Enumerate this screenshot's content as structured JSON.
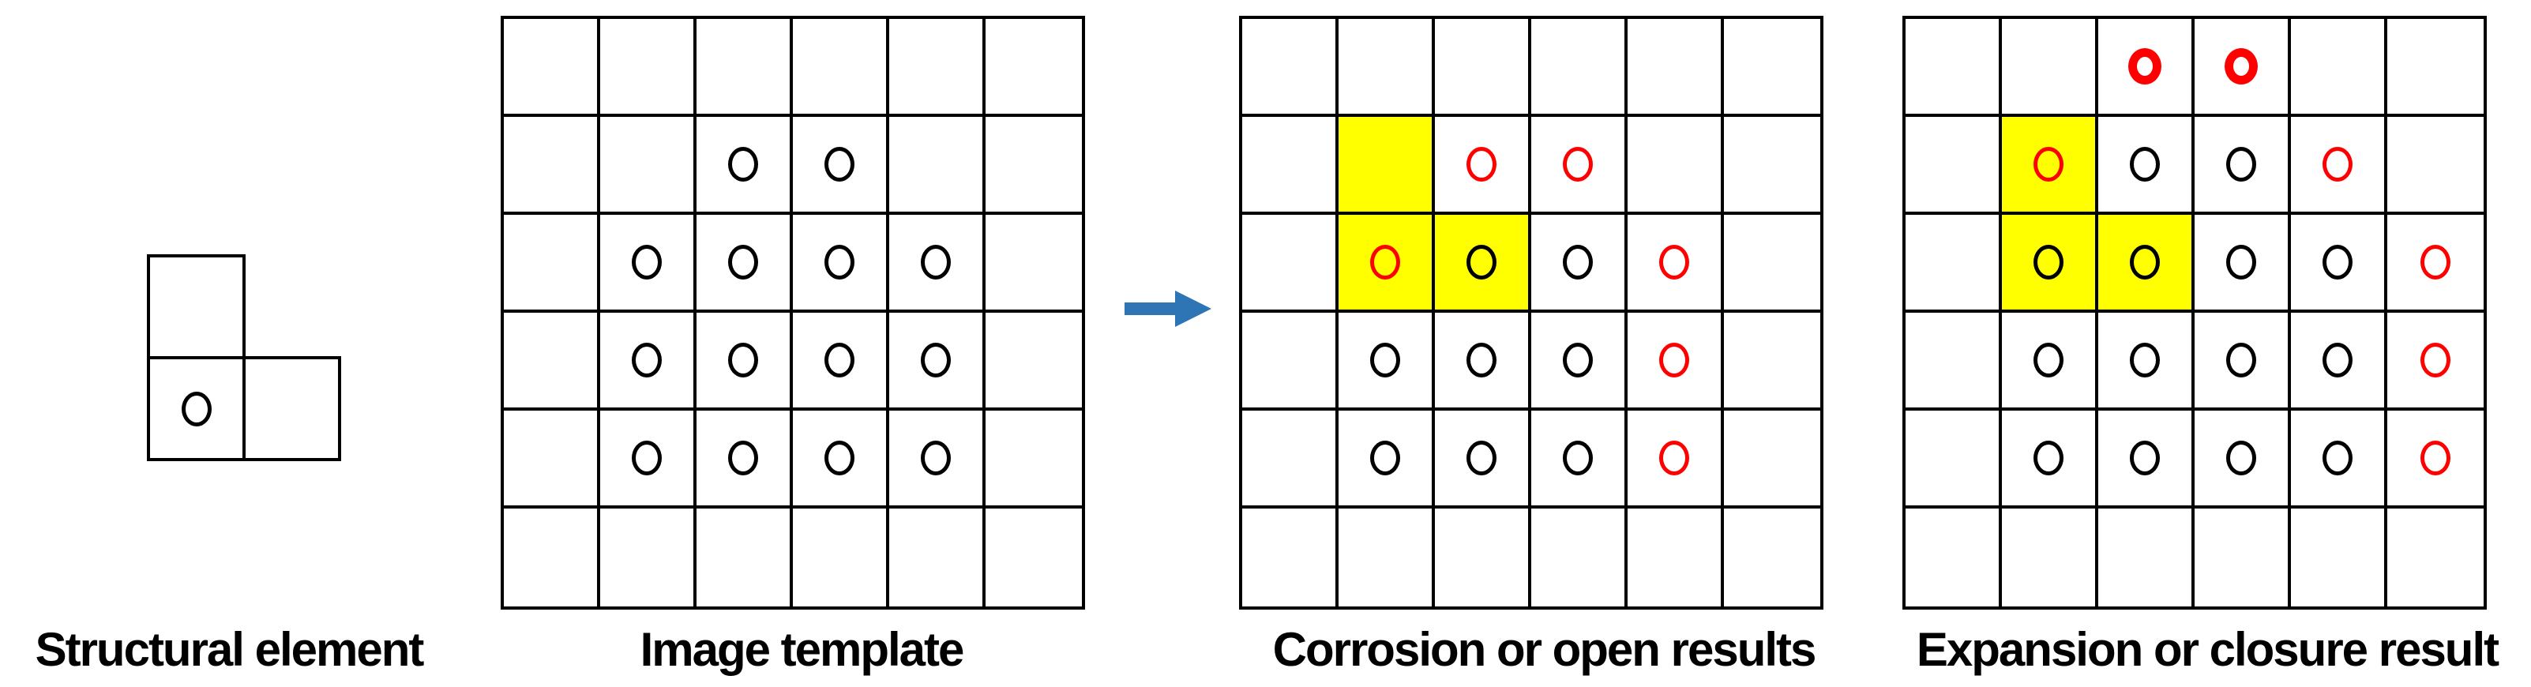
{
  "colors": {
    "highlight_yellow": "#FFFF00",
    "marker_red": "#FF0000",
    "marker_black": "#000000",
    "grid_line": "#000000",
    "arrow_blue": "#2E75B6"
  },
  "cell_token_legend": {
    "": "empty white cell",
    "O": "black circle marker",
    "R": "red circle marker",
    "B": "bold red circle marker",
    "Y_prefix": "yellow highlighted cell background"
  },
  "structural_element": {
    "label": "Structural element",
    "cells": [
      {
        "row": 0,
        "col": 0,
        "mark": ""
      },
      {
        "row": 1,
        "col": 0,
        "mark": "O"
      },
      {
        "row": 1,
        "col": 1,
        "mark": ""
      }
    ]
  },
  "image_template": {
    "label": "Image template",
    "rows": 6,
    "cols": 6,
    "cells": [
      [
        "",
        "",
        "",
        "",
        "",
        ""
      ],
      [
        "",
        "",
        "O",
        "O",
        "",
        ""
      ],
      [
        "",
        "O",
        "O",
        "O",
        "O",
        ""
      ],
      [
        "",
        "O",
        "O",
        "O",
        "O",
        ""
      ],
      [
        "",
        "O",
        "O",
        "O",
        "O",
        ""
      ],
      [
        "",
        "",
        "",
        "",
        "",
        ""
      ]
    ]
  },
  "corrosion_result": {
    "label": "Corrosion or open results",
    "rows": 6,
    "cols": 6,
    "cells": [
      [
        "",
        "",
        "",
        "",
        "",
        ""
      ],
      [
        "",
        "Y",
        "R",
        "R",
        "",
        ""
      ],
      [
        "",
        "YR",
        "YO",
        "O",
        "R",
        ""
      ],
      [
        "",
        "O",
        "O",
        "O",
        "R",
        ""
      ],
      [
        "",
        "O",
        "O",
        "O",
        "R",
        ""
      ],
      [
        "",
        "",
        "",
        "",
        "",
        ""
      ]
    ]
  },
  "expansion_result": {
    "label": "Expansion or closure result",
    "rows": 6,
    "cols": 6,
    "cells": [
      [
        "",
        "",
        "B",
        "B",
        "",
        ""
      ],
      [
        "",
        "YR",
        "O",
        "O",
        "R",
        ""
      ],
      [
        "",
        "YO",
        "YO",
        "O",
        "O",
        "R"
      ],
      [
        "",
        "O",
        "O",
        "O",
        "O",
        "R"
      ],
      [
        "",
        "O",
        "O",
        "O",
        "O",
        "R"
      ],
      [
        "",
        "",
        "",
        "",
        "",
        ""
      ]
    ]
  },
  "arrow": {
    "direction": "right"
  }
}
